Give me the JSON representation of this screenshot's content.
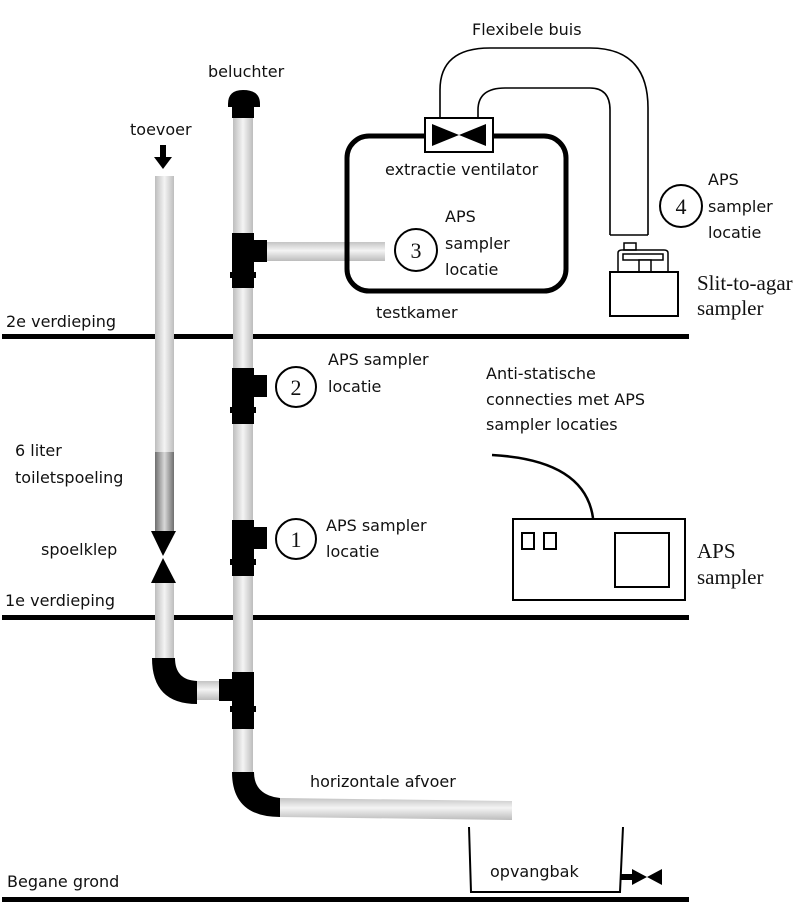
{
  "diagram": {
    "title_labels": {
      "flexible_tube": "Flexibele buis",
      "vent": "beluchter",
      "supply": "toevoer",
      "extraction_fan": "extractie ventilator",
      "test_chamber": "testkamer",
      "slit_to_agar_line1": "Slit-to-agar",
      "slit_to_agar_line2": "sampler",
      "flush_line1": "6 liter",
      "flush_line2": "toiletspoeling",
      "flush_valve": "spoelklep",
      "antistatic_line1": "Anti-statische",
      "antistatic_line2": "connecties met APS",
      "antistatic_line3": "sampler locaties",
      "aps_sampler_line1": "APS",
      "aps_sampler_line2": "sampler",
      "horizontal_drain": "horizontale afvoer",
      "collection_tray": "opvangbak"
    },
    "floors": [
      {
        "label": "2e verdieping"
      },
      {
        "label": "1e verdieping"
      },
      {
        "label": "Begane grond"
      }
    ],
    "sampler_locations": [
      {
        "number": "1",
        "line1": "APS sampler",
        "line2": "locatie"
      },
      {
        "number": "2",
        "line1": "APS sampler",
        "line2": "locatie"
      },
      {
        "number": "3",
        "line1": "APS",
        "line2": "sampler",
        "line3": "locatie"
      },
      {
        "number": "4",
        "line1": "APS",
        "line2": "sampler",
        "line3": "locatie"
      }
    ]
  }
}
